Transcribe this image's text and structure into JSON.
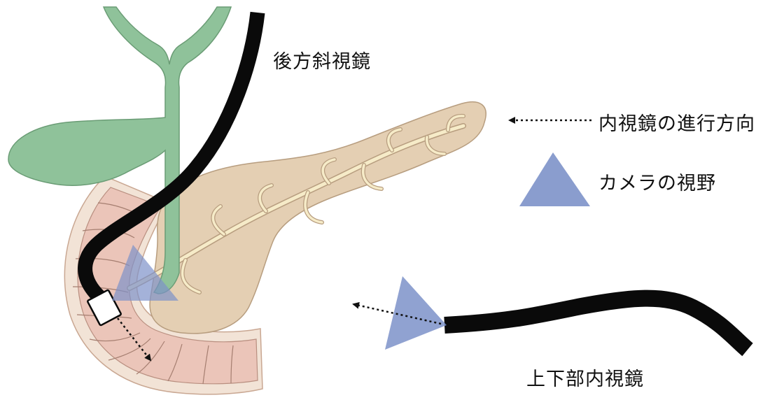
{
  "labels": {
    "side_viewing_scope": "後方斜視鏡",
    "endoscope_direction": "内視鏡の進行方向",
    "camera_field_of_view": "カメラの視野",
    "upper_lower_endoscope": "上下部内視鏡"
  },
  "colors": {
    "gallbladder": "#8fc29a",
    "gallbladder_outline": "#6a9c75",
    "pancreas": "#e4cfb3",
    "pancreas_outline": "#b79d7f",
    "pancreatic_duct": "#f6ebc8",
    "duodenum_outer": "#f2e3d6",
    "duodenum_mucosa": "#ebc5b9",
    "endoscope": "#0a0a0a",
    "camera_fov": "#7d92c9",
    "arrow": "#111111"
  },
  "icons": {
    "fov_triangle": "triangle-icon",
    "direction_arrow": "dotted-arrow-icon"
  }
}
